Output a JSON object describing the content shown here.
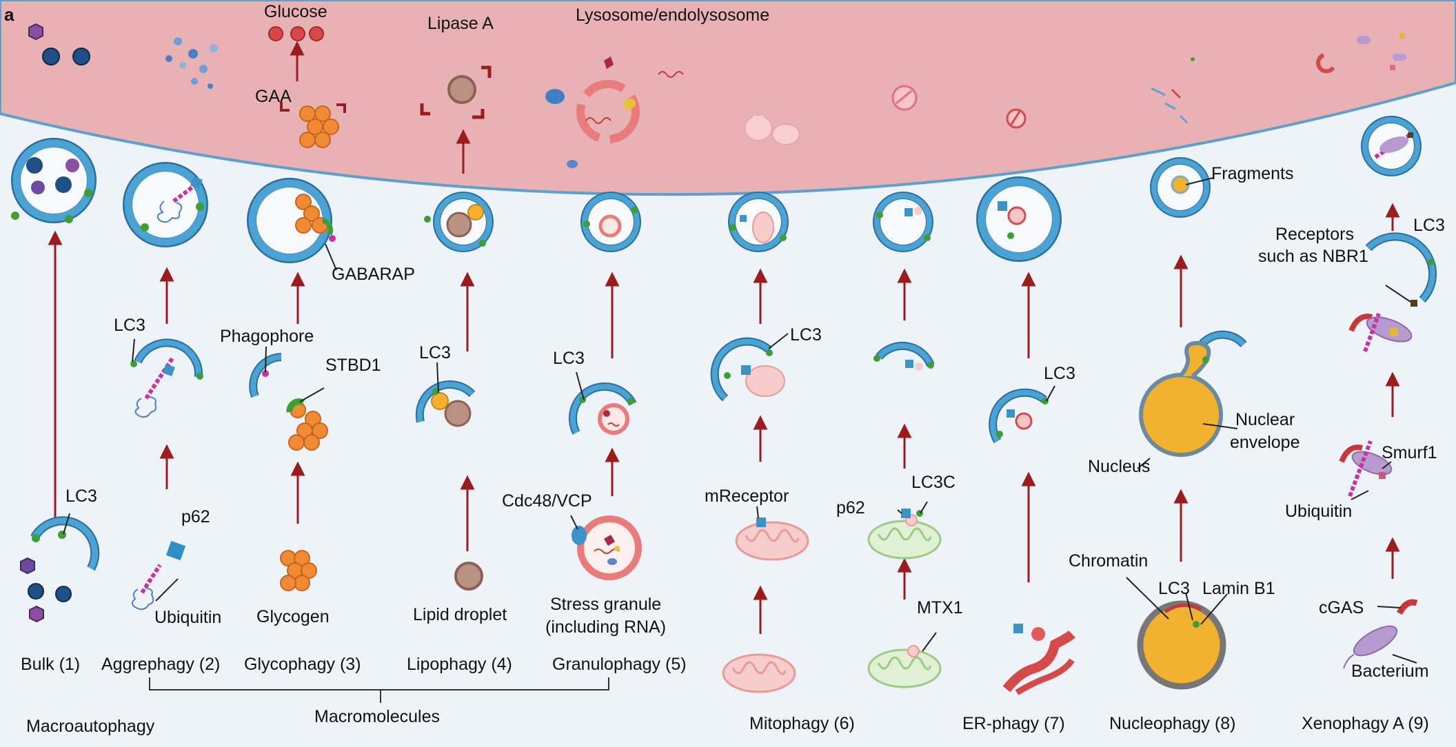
{
  "panel_label": "a",
  "lysosome_label": "Lysosome/endolysosome",
  "labels": {
    "glucose": "Glucose",
    "gaa": "GAA",
    "lipase_a": "Lipase A",
    "gabarap": "GABARAP",
    "phagophore": "Phagophore",
    "stbd1": "STBD1",
    "lc3": "LC3",
    "lc3c": "LC3C",
    "p62": "p62",
    "ubiquitin": "Ubiquitin",
    "glycogen": "Glycogen",
    "lipid_droplet": "Lipid droplet",
    "cdc48_vcp": "Cdc48/VCP",
    "stress_granule_line1": "Stress granule",
    "stress_granule_line2": "(including RNA)",
    "mreceptor": "mReceptor",
    "mtx1": "MTX1",
    "fragments": "Fragments",
    "nuclear_envelope_line1": "Nuclear",
    "nuclear_envelope_line2": "envelope",
    "nucleus": "Nucleus",
    "chromatin": "Chromatin",
    "lamin_b1": "Lamin B1",
    "receptors_line1": "Receptors",
    "receptors_line2": "such as NBR1",
    "smurf1": "Smurf1",
    "cgas": "cGAS",
    "bacterium": "Bacterium"
  },
  "pathways": {
    "bulk": "Bulk (1)",
    "aggrephagy": "Aggrephagy (2)",
    "glycophagy": "Glycophagy (3)",
    "lipophagy": "Lipophagy (4)",
    "granulophagy": "Granulophagy (5)",
    "mitophagy": "Mitophagy (6)",
    "er_phagy": "ER-phagy (7)",
    "nucleophagy": "Nucleophagy (8)",
    "xenophagy": "Xenophagy A (9)"
  },
  "groups": {
    "macroautophagy": "Macroautophagy",
    "macromolecules": "Macromolecules"
  },
  "colors": {
    "background": "#eef3f9",
    "lysosome": "#e8b2b4",
    "arrow": "#9a1c1c",
    "membrane": "#3d93c6",
    "lc3_dot": "#3f9e33",
    "glycogen": "#f08a34",
    "ubiquitin": "#c7339f",
    "mitochondria": "#f6cdcb",
    "nucleus": "#f2b12f"
  }
}
